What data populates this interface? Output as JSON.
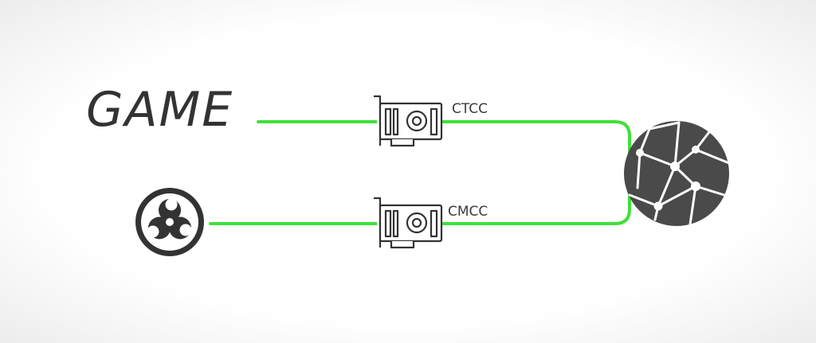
{
  "game": {
    "label": "GAME"
  },
  "routes": [
    {
      "label": "CTCC"
    },
    {
      "label": "CMCC"
    }
  ],
  "icons": {
    "source_bottom": "obs-logo-icon",
    "adapter": "network-card-icon",
    "destination": "globe-network-icon"
  },
  "colors": {
    "line": "#3fe03a",
    "icon": "#333333",
    "globe": "#4a4a4a"
  }
}
